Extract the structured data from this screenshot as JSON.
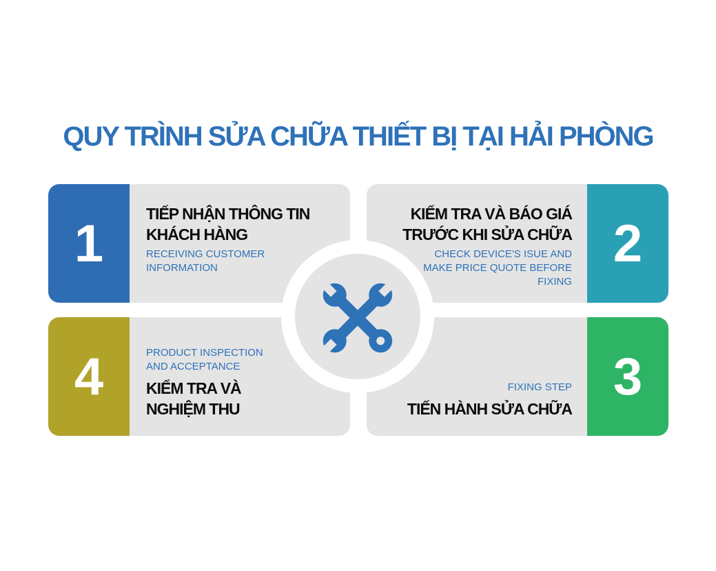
{
  "title": "QUY TRÌNH SỬA CHỮA THIẾT BỊ TẠI HẢI PHÒNG",
  "colors": {
    "title": "#2e72b8",
    "step1": "#2e6db4",
    "step2": "#2aa0b5",
    "step3": "#2eb465",
    "step4": "#b1a22a",
    "card_bg": "#e4e4e4",
    "icon": "#2e72b8"
  },
  "center_icon": "wrench-cross-icon",
  "steps": [
    {
      "number": "1",
      "title_line1": "TIẾP NHẬN THÔNG TIN",
      "title_line2": "KHÁCH HÀNG",
      "en_line1": "RECEIVING CUSTOMER",
      "en_line2": "INFORMATION"
    },
    {
      "number": "2",
      "title_line1": "KIỂM TRA VÀ BÁO GIÁ",
      "title_line2": "TRƯỚC KHI SỬA CHỮA",
      "en_line1": "CHECK DEVICE'S ISUE AND",
      "en_line2": "MAKE PRICE QUOTE BEFORE",
      "en_line3": "FIXING"
    },
    {
      "number": "3",
      "en_line1": "FIXING STEP",
      "title_line1": "TIẾN HÀNH SỬA CHỮA"
    },
    {
      "number": "4",
      "en_line1": "PRODUCT INSPECTION",
      "en_line2": "AND ACCEPTANCE",
      "title_line1": "KIỂM TRA VÀ",
      "title_line2": "NGHIỆM THU"
    }
  ]
}
